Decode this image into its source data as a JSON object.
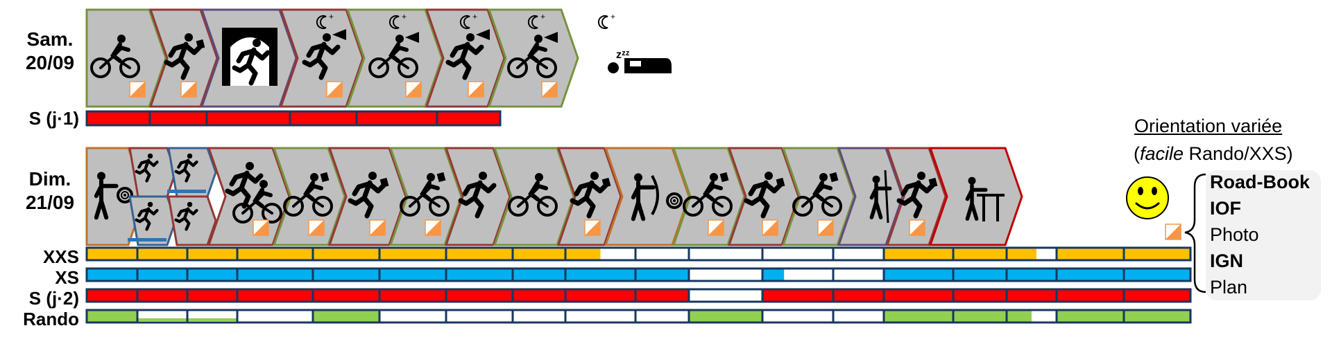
{
  "colors": {
    "chevron_fill": "#bfbfbf",
    "border_bike": "#77933c",
    "border_run": "#953735",
    "border_cave": "#604a7b",
    "border_shoot": "#c0712c",
    "border_sup": "#376092",
    "border_end": "#c00000",
    "bar_outline": "#17375e",
    "XXS": "#ffc000",
    "XS": "#00b0f0",
    "S": "#ff0000",
    "Rando": "#92d050",
    "flag_orange": "#f79646",
    "smiley": "#ffff00"
  },
  "days": [
    {
      "label_line1": "Sam.",
      "label_line2": "20/09",
      "stages": [
        {
          "icon": "bike-icon",
          "border": "bike",
          "flag": true,
          "night": false
        },
        {
          "icon": "runner-map-icon",
          "border": "run",
          "flag": true,
          "night": false
        },
        {
          "icon": "cave-icon",
          "border": "cave",
          "flag": false,
          "night": false
        },
        {
          "icon": "runner-headlamp-icon",
          "border": "run",
          "flag": true,
          "night": true
        },
        {
          "icon": "bike-headlamp-icon",
          "border": "bike",
          "flag": true,
          "night": true
        },
        {
          "icon": "runner-headlamp-icon",
          "border": "run",
          "flag": true,
          "night": true
        },
        {
          "icon": "bike-headlamp-icon",
          "border": "bike",
          "flag": true,
          "night": true
        }
      ],
      "sleep_icon": "sleep-icon",
      "bars": [
        {
          "label": "S (j·1)",
          "color_key": "S",
          "fill": [
            1,
            1,
            1,
            1,
            1,
            1,
            1
          ]
        }
      ]
    },
    {
      "label_line1": "Dim.",
      "label_line2": "21/09",
      "stages": [
        {
          "icon": "shooting-icon",
          "border": "shoot",
          "flag": false,
          "night": false
        },
        {
          "icon": "runner-sup-icon",
          "border": "run",
          "flag": false,
          "night": false,
          "split": true
        },
        {
          "icon": "sup-runner-icon",
          "border": "sup",
          "flag": false,
          "night": false,
          "split": true
        },
        {
          "icon": "run-bike-icon",
          "border": "run",
          "flag": true,
          "night": false
        },
        {
          "icon": "bike-map-icon",
          "border": "bike",
          "flag": true,
          "night": false
        },
        {
          "icon": "runner-map-icon",
          "border": "run",
          "flag": true,
          "night": false
        },
        {
          "icon": "bike-map-icon",
          "border": "bike",
          "flag": true,
          "night": false
        },
        {
          "icon": "runner-icon",
          "border": "run",
          "flag": false,
          "night": false
        },
        {
          "icon": "bike-icon",
          "border": "bike",
          "flag": false,
          "night": false
        },
        {
          "icon": "runner-map-icon",
          "border": "run",
          "flag": true,
          "night": false
        },
        {
          "icon": "archery-icon",
          "border": "shoot",
          "flag": false,
          "night": false
        },
        {
          "icon": "bike-map-icon",
          "border": "bike",
          "flag": true,
          "night": false
        },
        {
          "icon": "runner-map-icon",
          "border": "run",
          "flag": true,
          "night": false
        },
        {
          "icon": "bike-map-icon",
          "border": "bike",
          "flag": true,
          "night": false
        },
        {
          "icon": "climbing-icon",
          "border": "cave",
          "flag": false,
          "night": false
        },
        {
          "icon": "runner-map-icon",
          "border": "run",
          "flag": true,
          "night": false
        },
        {
          "icon": "finish-table-icon",
          "border": "end",
          "flag": false,
          "night": false
        }
      ],
      "end_icon": "smiley-icon",
      "bars": [
        {
          "label": "XXS",
          "color_key": "XXS",
          "fill": [
            1,
            1,
            1,
            1,
            1,
            1,
            1,
            1,
            0.5,
            0,
            0,
            0,
            0,
            1,
            1,
            0.6,
            1,
            1
          ]
        },
        {
          "label": "XS",
          "color_key": "XS",
          "fill": [
            1,
            1,
            1,
            1,
            1,
            1,
            1,
            1,
            1,
            1,
            0,
            0.3,
            0,
            1,
            1,
            1,
            1,
            1
          ]
        },
        {
          "label": "S (j·2)",
          "color_key": "S",
          "fill": [
            1,
            1,
            1,
            1,
            1,
            1,
            1,
            1,
            1,
            1,
            0,
            1,
            1,
            1,
            1,
            1,
            1,
            1
          ]
        },
        {
          "label": "Rando",
          "color_key": "Rando",
          "fill": [
            1,
            "bottom",
            "bottom",
            0,
            1,
            0,
            0,
            0,
            0,
            0,
            1,
            0,
            0,
            1,
            1,
            0.5,
            1,
            1
          ]
        }
      ]
    }
  ],
  "legend": {
    "title": "Orientation variée",
    "subtitle_open": "(",
    "subtitle_italic": "facile",
    "subtitle_rest": " Rando/XXS)",
    "flag_icon": "orienteering-flag-icon",
    "items": [
      {
        "text": "Road-Book",
        "bold": true
      },
      {
        "text": "IOF",
        "bold": true
      },
      {
        "text": "Photo",
        "bold": false
      },
      {
        "text": "IGN",
        "bold": true
      },
      {
        "text": "Plan",
        "bold": false
      }
    ]
  }
}
